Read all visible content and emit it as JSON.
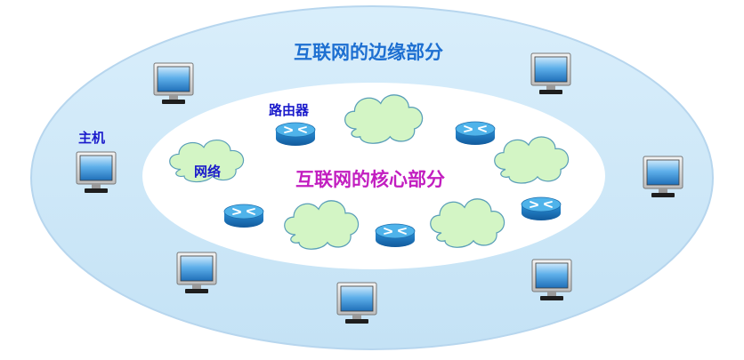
{
  "labels": {
    "edge_part": "互联网的边缘部分",
    "core_part": "互联网的核心部分",
    "host": "主机",
    "router": "路由器",
    "network": "网络"
  },
  "colors": {
    "outer_ellipse": "#cde6f7",
    "outer_ellipse_edge": "#b7d6ee",
    "inner_ellipse": "#ffffff",
    "edge_title": "#1d6fd1",
    "core_title": "#c21ec0",
    "label_blue": "#1a1acb",
    "cloud_fill": "#d3f5c5",
    "cloud_stroke": "#5a9fb8",
    "router_body": "#1f87cf",
    "router_top": "#4fb3ea",
    "monitor_screen": "#2f8fd6"
  },
  "icons": {
    "host": "desktop-computer-icon",
    "router": "router-icon",
    "network": "cloud-icon"
  }
}
